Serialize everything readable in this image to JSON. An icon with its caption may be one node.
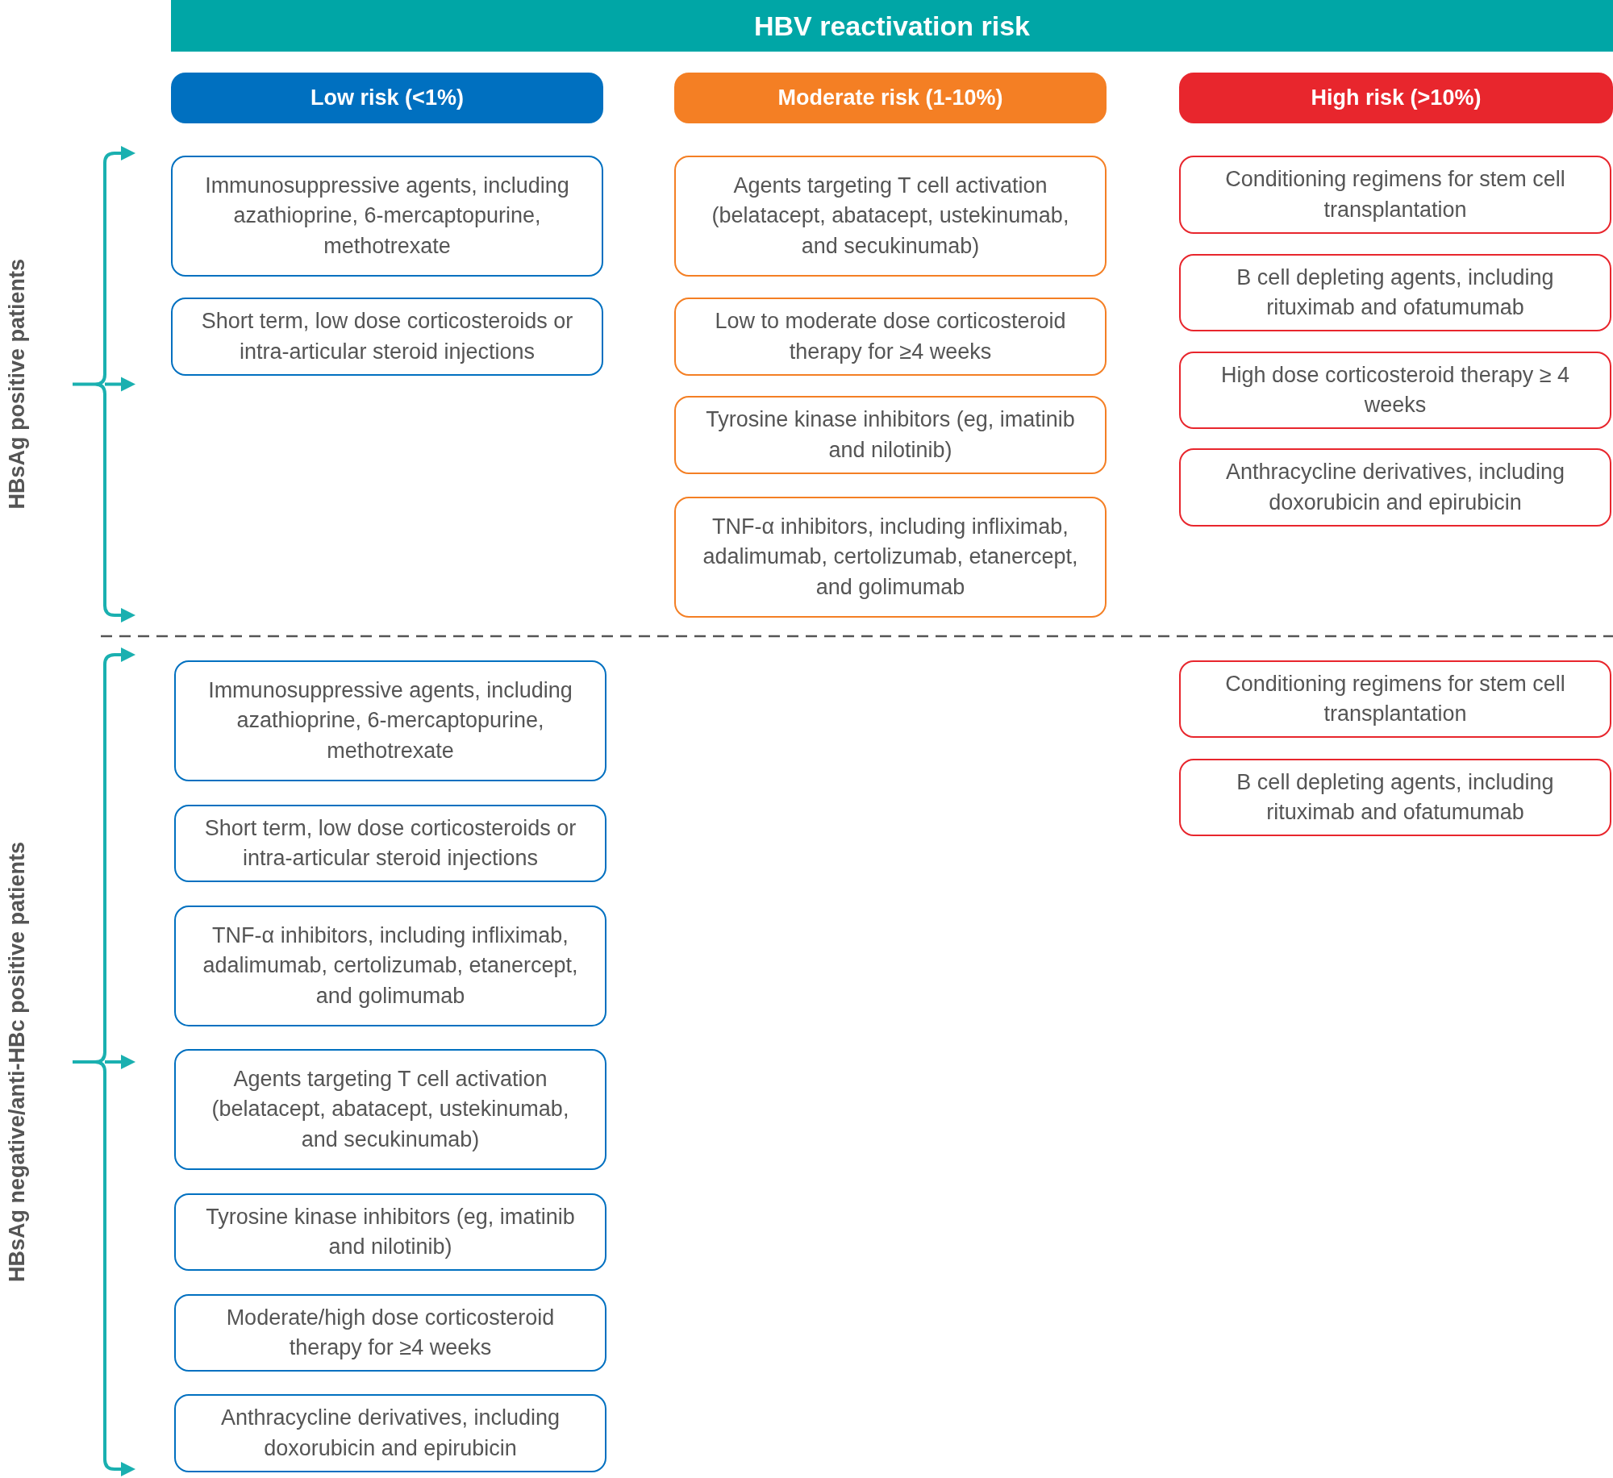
{
  "diagram": {
    "title": "HBV reactivation risk",
    "nodes": [
      {
        "text": [
          "Low risk (<1%)"
        ]
      },
      {
        "text": [
          "Moderate risk (1-10%)"
        ]
      },
      {
        "text": [
          "High risk (>10%)"
        ]
      },
      {
        "text": [
          "Immunosuppressive agents, including azathioprine, 6-mercaptopurine, methotrexate"
        ]
      },
      {
        "text": [
          "Short term, low dose corticosteroids or intra-articular steroid injections"
        ]
      },
      {
        "text": [
          "Agents targeting T cell activation (belatacept, abatacept, ustekinumab, and secukinumab)"
        ]
      },
      {
        "text": [
          "Low to moderate dose corticosteroid therapy for ≥4 weeks"
        ]
      },
      {
        "text": [
          "Tyrosine kinase inhibitors (eg, imatinib and nilotinib)"
        ]
      },
      {
        "text": [
          "TNF-α inhibitors, including infliximab, adalimumab, certolizumab, etanercept, and golimumab"
        ]
      },
      {
        "text": [
          "Conditioning regimens for stem cell transplantation"
        ]
      },
      {
        "text": [
          "B cell depleting agents, including rituximab and ofatumumab"
        ]
      },
      {
        "text": [
          "High dose corticosteroid therapy ≥ 4 weeks"
        ]
      },
      {
        "text": [
          "Anthracycline derivatives, including doxorubicin and epirubicin"
        ]
      },
      {
        "text": [
          "Immunosuppressive agents, including azathioprine, 6-mercaptopurine, methotrexate"
        ]
      },
      {
        "text": [
          "Short term, low dose corticosteroids or intra-articular steroid injections"
        ]
      },
      {
        "text": [
          "TNF-α inhibitors, including infliximab, adalimumab, certolizumab, etanercept, and golimumab"
        ]
      },
      {
        "text": [
          "Agents targeting T cell activation (belatacept, abatacept, ustekinumab, and secukinumab)"
        ]
      },
      {
        "text": [
          "Tyrosine kinase inhibitors (eg, imatinib and nilotinib)"
        ]
      },
      {
        "text": [
          "Moderate/high dose corticosteroid therapy for ≥4 weeks"
        ]
      },
      {
        "text": [
          "Anthracycline derivatives, including doxorubicin and epirubicin"
        ]
      },
      {
        "text": [
          "Conditioning regimens for stem cell transplantation"
        ]
      },
      {
        "text": [
          "B cell depleting agents, including rituximab and ofatumumab"
        ]
      }
    ],
    "edges": [],
    "labels": [
      "HBsAg positive patients",
      "HBsAg negative/anti-HBc positive patients"
    ]
  }
}
